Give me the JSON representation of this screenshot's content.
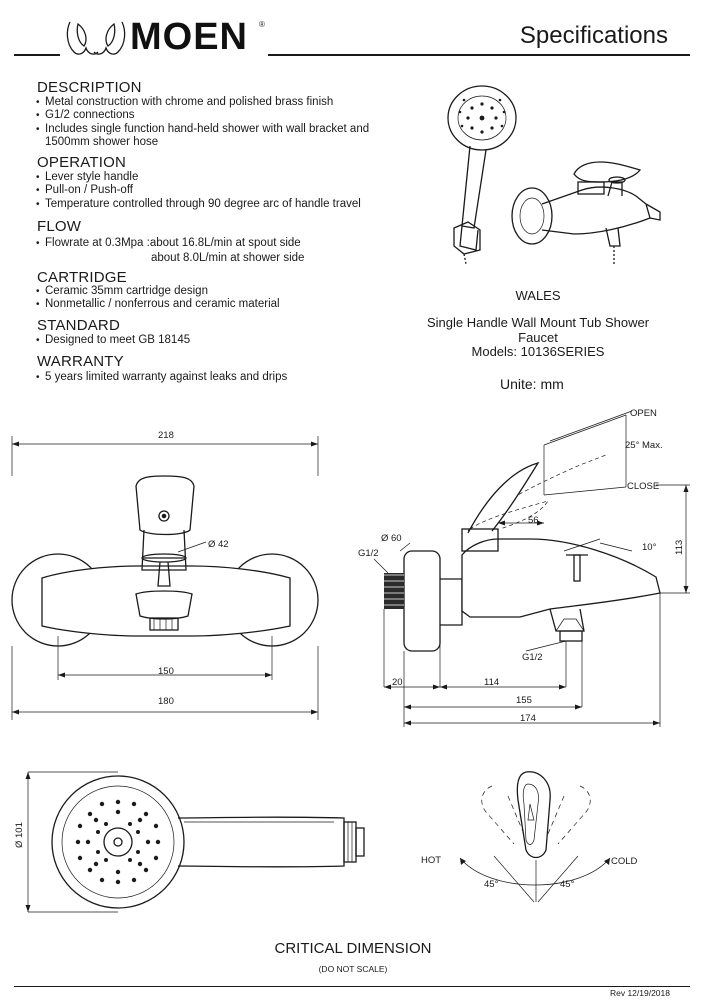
{
  "header": {
    "brand": "MOEN",
    "registered_mark": "®",
    "title": "Specifications"
  },
  "sections": {
    "description": {
      "heading": "DESCRIPTION",
      "items": [
        "Metal construction with chrome and polished brass finish",
        "G1/2  connections",
        "Includes single function hand-held shower with wall bracket and",
        "1500mm shower hose"
      ]
    },
    "operation": {
      "heading": "OPERATION",
      "items": [
        "Lever style handle",
        "Pull-on / Push-off",
        "Temperature controlled through 90 degree arc of handle travel"
      ]
    },
    "flow": {
      "heading": "FLOW",
      "items": [
        "Flowrate at 0.3Mpa :about 16.8L/min at spout side",
        "about 8.0L/min at shower side"
      ]
    },
    "cartridge": {
      "heading": "CARTRIDGE",
      "items": [
        "Ceramic 35mm cartridge design",
        "Nonmetallic / nonferrous and ceramic material"
      ]
    },
    "standard": {
      "heading": "STANDARD",
      "items": [
        "Designed to meet GB 18145"
      ]
    },
    "warranty": {
      "heading": "WARRANTY",
      "items": [
        "5 years limited warranty against leaks and drips"
      ]
    }
  },
  "model": {
    "name": "WALES",
    "description": "Single Handle Wall Mount Tub Shower Faucet",
    "models": "Models: 10136SERIES",
    "units": "Unite: mm"
  },
  "front_view": {
    "overall_width": "218",
    "diameter_handle": "Ø 42",
    "center_distance": "150",
    "flange_width": "180"
  },
  "side_view": {
    "open": "OPEN",
    "max_angle": "25° Max.",
    "close": "CLOSE",
    "diameter_flange": "Ø 60",
    "inlet": "G1/2",
    "outlet": "G1/2",
    "handle_offset": "56",
    "tilt": "10°",
    "height": "113",
    "wall_offset": "20",
    "spout_length": "114",
    "depth_155": "155",
    "depth_174": "174"
  },
  "shower_head": {
    "diameter": "Ø 101"
  },
  "handle_rotation": {
    "hot": "HOT",
    "cold": "COLD",
    "angle_left": "45°",
    "angle_right": "45°"
  },
  "footer": {
    "title": "CRITICAL DIMENSION",
    "note": "(DO NOT SCALE)",
    "revision": "Rev 12/19/2018"
  }
}
